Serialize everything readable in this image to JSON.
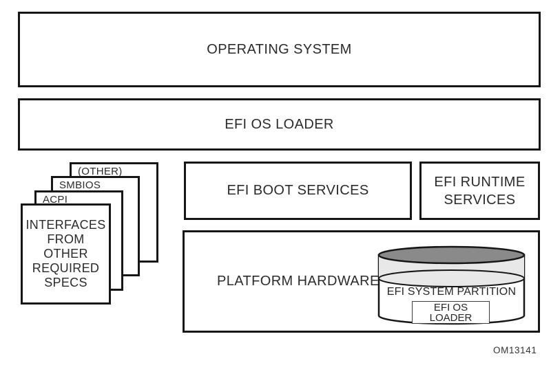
{
  "diagram": {
    "boxes": {
      "operating_system": "OPERATING SYSTEM",
      "efi_os_loader": "EFI OS LOADER",
      "efi_boot_services": "EFI BOOT SERVICES",
      "efi_runtime_services": "EFI RUNTIME\nSERVICES",
      "platform_hardware": "PLATFORM HARDWARE"
    },
    "spec_stack": {
      "papers": [
        "(OTHER)",
        "SMBIOS",
        "ACPI"
      ],
      "front": "INTERFACES\nFROM\nOTHER\nREQUIRED\nSPECS"
    },
    "disk": {
      "partition_label": "EFI SYSTEM PARTITION",
      "loader_label": "EFI OS\nLOADER"
    },
    "figure_id": "OM13141",
    "colors": {
      "line": "#161616",
      "text": "#2b2b2b",
      "disk_top": "#8a8a8a",
      "disk_band": "#e8e8e8",
      "background": "#ffffff"
    }
  }
}
